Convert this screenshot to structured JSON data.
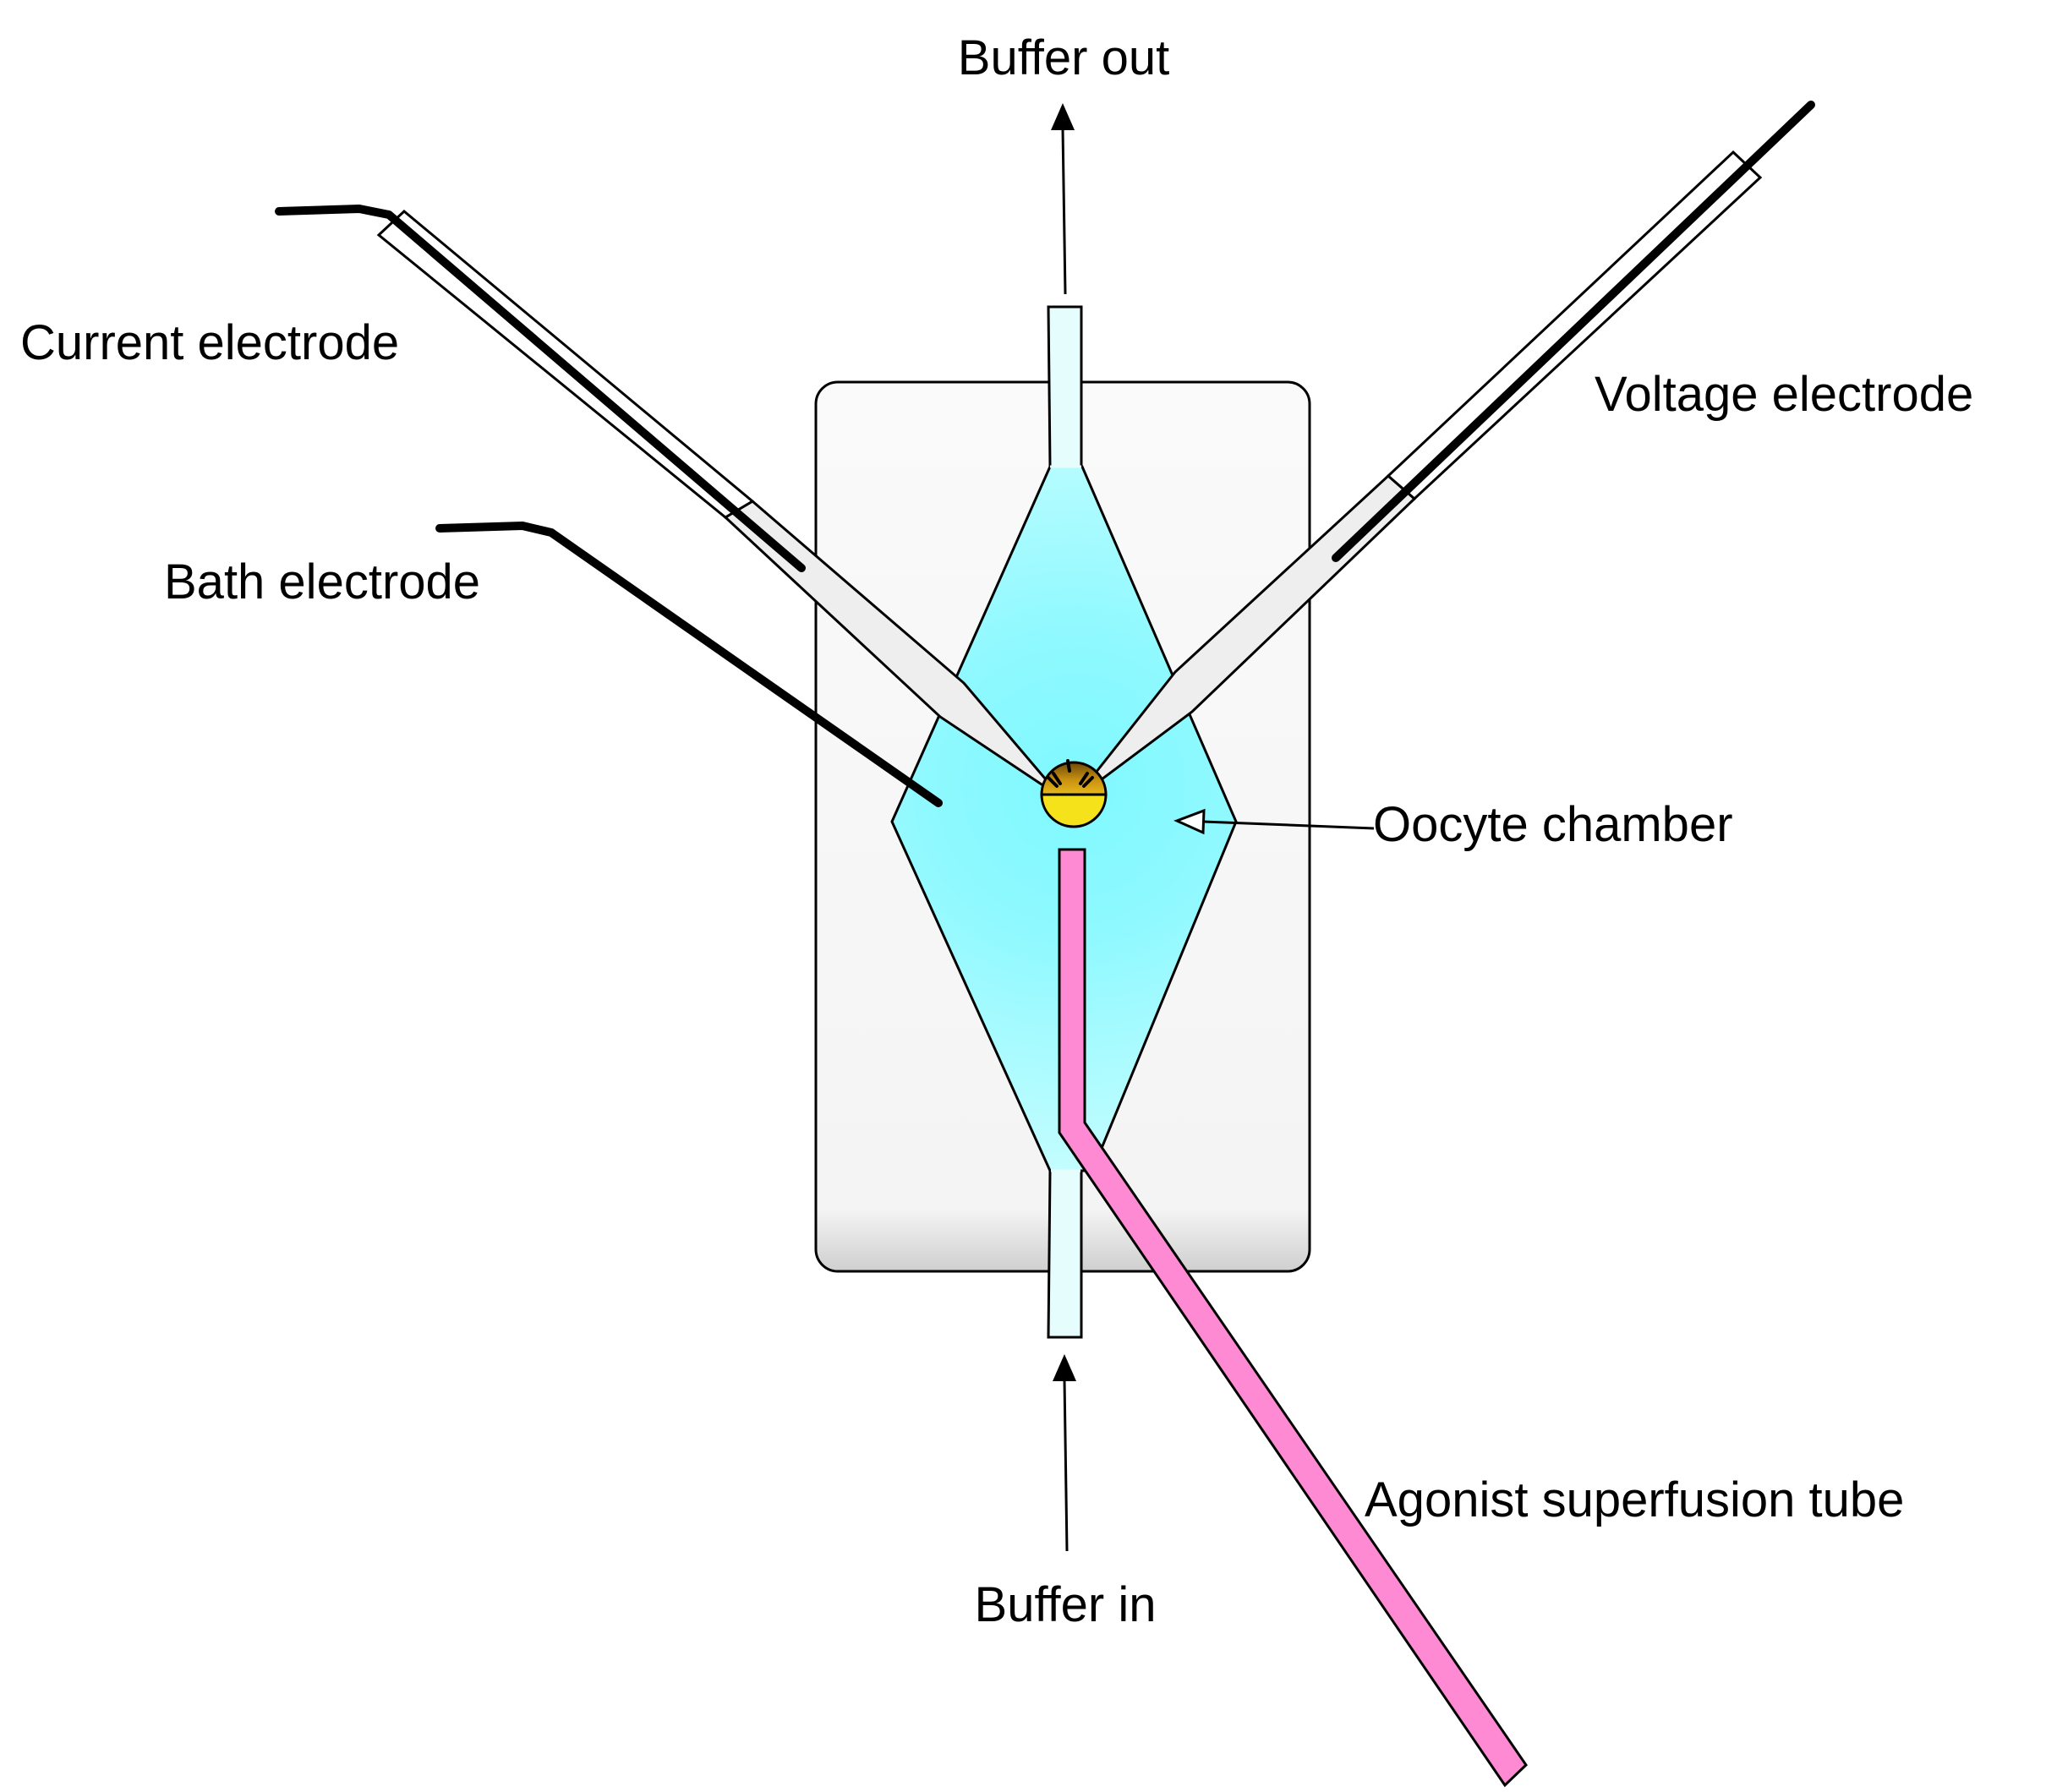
{
  "labels": {
    "buffer_out": "Buffer out",
    "buffer_in": "Buffer in",
    "current_electrode": "Current electrode",
    "voltage_electrode": "Voltage electrode",
    "bath_electrode": "Bath electrode",
    "oocyte_chamber": "Oocyte chamber",
    "agonist_tube": "Agonist superfusion tube"
  },
  "colors": {
    "block_fill": "#f7f7f7",
    "chamber_fill": "#7ff9ff",
    "chamber_fill_light": "#cffeff",
    "buffer_tube_fill": "#e6fdfd",
    "electrode_fill": "#eeeeee",
    "superfusion_tube_fill": "#ff8ad4",
    "oocyte_animal_pole": "#b07a12",
    "oocyte_vegetal_pole": "#f5e21a",
    "line": "#000000"
  }
}
